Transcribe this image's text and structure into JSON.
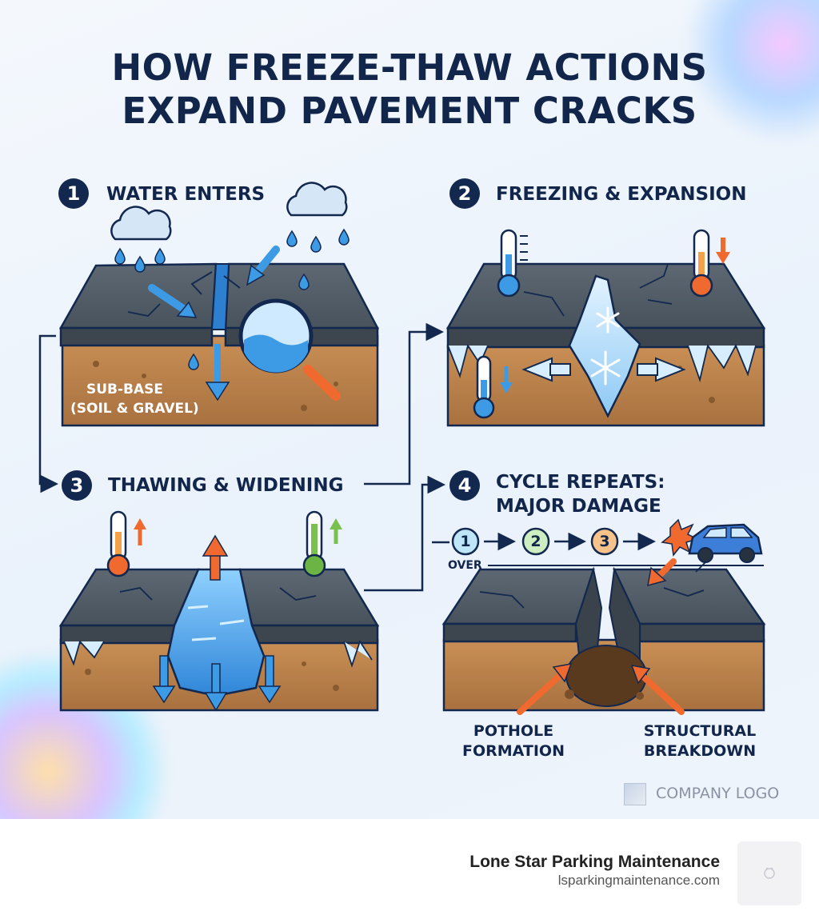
{
  "title_line1": "HOW FREEZE-THAW ACTIONS",
  "title_line2": "EXPAND PAVEMENT CRACKS",
  "steps": [
    {
      "number": "1",
      "title": "WATER ENTERS",
      "labels": [
        "SUB-BASE",
        "(SOIL & GRAVEL)"
      ]
    },
    {
      "number": "2",
      "title": "FREEZING & EXPANSION"
    },
    {
      "number": "3",
      "title": "THAWING & WIDENING"
    },
    {
      "number": "4",
      "title_line1": "CYCLE REPEATS:",
      "title_line2": "MAJOR DAMAGE",
      "cycle": [
        "1",
        "2",
        "3"
      ],
      "cycle_note": "OVER",
      "labels": [
        [
          "POTHOLE",
          "FORMATION"
        ],
        [
          "STRUCTURAL",
          "BREAKDOWN"
        ]
      ]
    }
  ],
  "company_logo_text": "COMPANY LOGO",
  "footer": {
    "company": "Lone Star Parking Maintenance",
    "url": "lsparkingmaintenance.com"
  },
  "colors": {
    "navy": "#13284f",
    "asphalt": "#4a5560",
    "soil": "#b8804d",
    "water": "#3d9be6",
    "ice": "#bfe3ff",
    "arrow_orange": "#f06a30",
    "cycle1": "#7ec8ee",
    "cycle2": "#9bd38a",
    "cycle3": "#f3a14a"
  },
  "icons": [
    "rain-cloud-icon",
    "magnifier-icon",
    "thermometer-icon",
    "snowflake-icon",
    "car-icon",
    "impact-icon"
  ]
}
